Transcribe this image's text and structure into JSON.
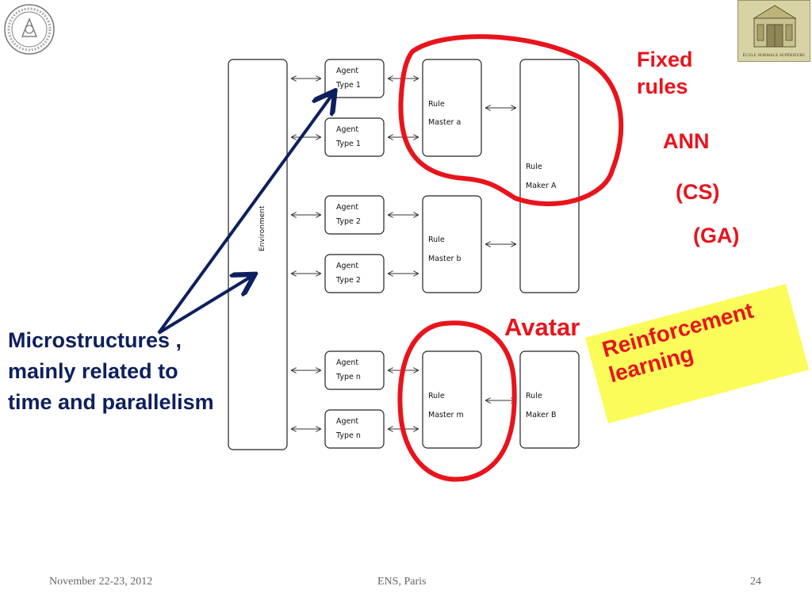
{
  "header": {
    "left_logo": "university-seal",
    "right_logo_caption": "ÉCOLE NORMALE SUPÉRIEURE"
  },
  "diagram": {
    "environment_label": "Environment",
    "agents": [
      {
        "line1": "Agent",
        "line2": "Type 1"
      },
      {
        "line1": "Agent",
        "line2": "Type 1"
      },
      {
        "line1": "Agent",
        "line2": "Type 2"
      },
      {
        "line1": "Agent",
        "line2": "Type 2"
      },
      {
        "line1": "Agent",
        "line2": "Type n"
      },
      {
        "line1": "Agent",
        "line2": "Type n"
      }
    ],
    "rule_masters": [
      {
        "line1": "Rule",
        "line2": "Master a"
      },
      {
        "line1": "Rule",
        "line2": "Master b"
      },
      {
        "line1": "Rule",
        "line2": "Master m"
      }
    ],
    "rule_makers": [
      {
        "line1": "Rule",
        "line2": "Maker A"
      },
      {
        "line1": "Rule",
        "line2": "Maker B"
      }
    ]
  },
  "annotations": {
    "fixed_rules": "Fixed rules",
    "ann": "ANN",
    "cs": "(CS)",
    "ga": "(GA)",
    "avatar": "Avatar",
    "reinforcement": "Reinforcement learning",
    "microstructures": "Microstructures , mainly related to time and parallelism"
  },
  "colors": {
    "red": "#e8141c",
    "navy": "#0d1f5e",
    "sticky": "#fbfb5a"
  },
  "footer": {
    "date": "November 22-23, 2012",
    "venue": "ENS, Paris",
    "page": "24"
  }
}
